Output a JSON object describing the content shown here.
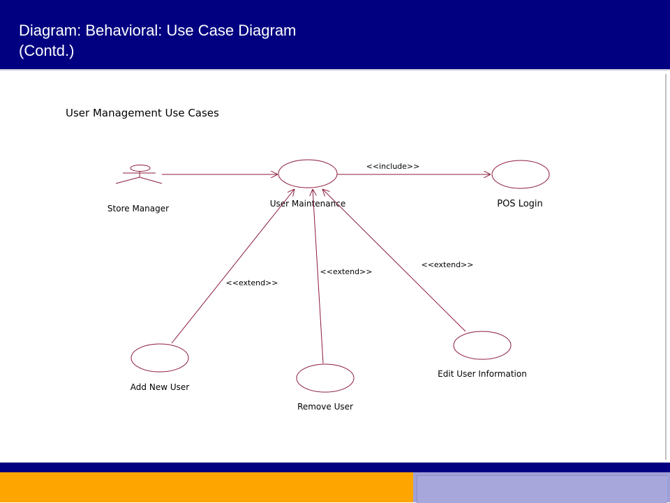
{
  "slide": {
    "title_line1": "Diagram: Behavioral: Use Case Diagram",
    "title_line2": "(Contd.)"
  },
  "diagram": {
    "heading": "User Management Use Cases",
    "actor": {
      "label": "Store Manager"
    },
    "use_cases": {
      "user_maintenance": "User Maintenance",
      "pos_login": "POS Login",
      "add_new_user": "Add New User",
      "remove_user": "Remove User",
      "edit_user_information": "Edit User Information"
    },
    "stereotypes": {
      "include": "<<include>>",
      "extend_add": "<<extend>>",
      "extend_remove": "<<extend>>",
      "extend_edit": "<<extend>>"
    }
  },
  "colors": {
    "header_bg": "#000080",
    "footer_orange": "#ffa500",
    "footer_lavender": "#a0a0d8",
    "diagram_line": "#8b1a3a"
  }
}
